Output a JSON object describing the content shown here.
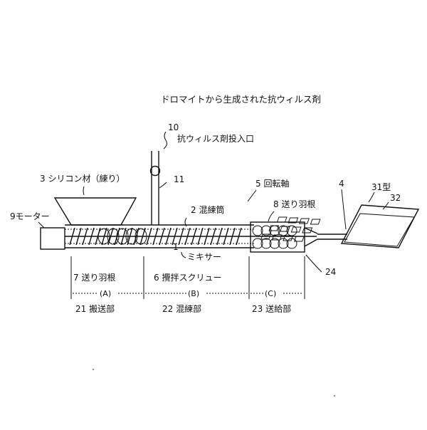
{
  "diagram": {
    "caption_top": "ドロマイトから生成された抗ウィルス剤",
    "labels": {
      "n10": "10",
      "inlet": "抗ウィルス剤投入口",
      "n11": "11",
      "silicone": "3 シリコン材（練り）",
      "rotshaft": "5 回転軸",
      "n4": "4",
      "mold": "31型",
      "n32": "32",
      "motor": "9モーター",
      "barrel": "2 混練筒",
      "vanes8": "8 送り羽根",
      "n1": "1",
      "mixer": "ミキサー",
      "n24": "24",
      "vanes7": "7 送り羽根",
      "screw6": "6 攪拌スクリュー",
      "secA": "(A)",
      "secB": "(B)",
      "secC": "(C)",
      "conveyA": "21 搬送部",
      "kneadB": "22 混練部",
      "feedC": "23 送給部"
    }
  }
}
